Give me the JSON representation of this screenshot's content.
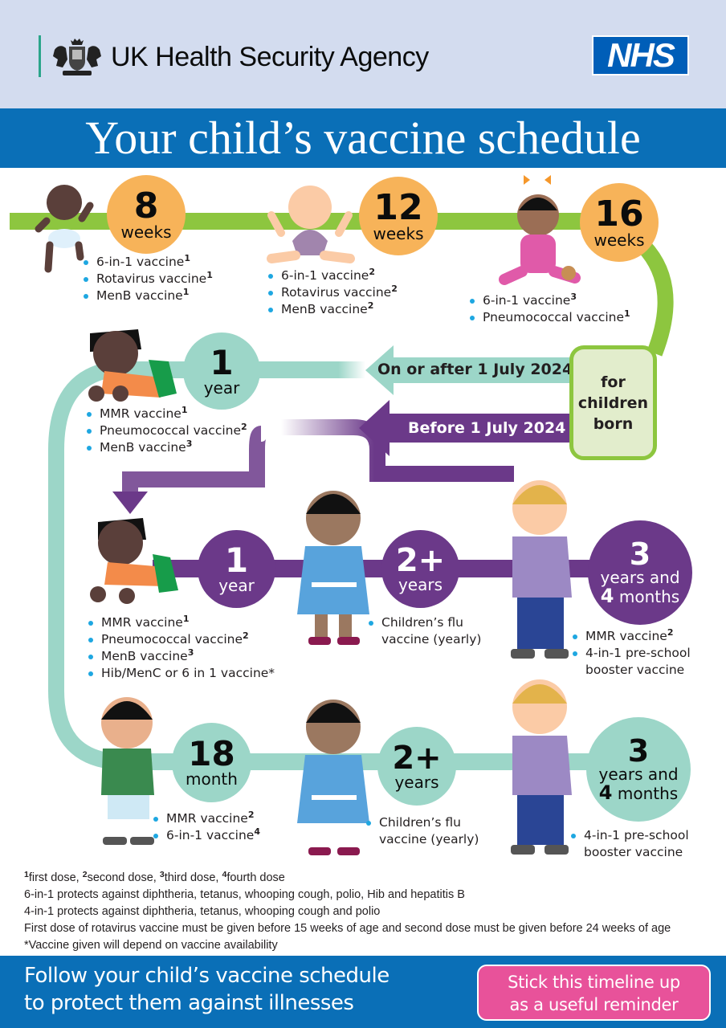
{
  "header": {
    "agency": "UK Health Security Agency",
    "nhs_logo": "NHS",
    "title": "Your child’s vaccine schedule"
  },
  "colors": {
    "header_bg": "#d3dcef",
    "brand_blue": "#0a6fb7",
    "nhs_blue": "#005eb8",
    "infant_green": "#8dc63f",
    "milestone_orange": "#f7b359",
    "new_schedule_teal": "#9cd6c8",
    "old_schedule_purple": "#6b3989",
    "bullet_blue": "#1ea7e1",
    "reminder_pink": "#e8529a"
  },
  "infant": {
    "milestones": [
      {
        "num": "8",
        "unit": "weeks",
        "vaccines": [
          {
            "name": "6-in-1 vaccine",
            "dose": "1"
          },
          {
            "name": "Rotavirus vaccine",
            "dose": "1"
          },
          {
            "name": "MenB vaccine",
            "dose": "1"
          }
        ]
      },
      {
        "num": "12",
        "unit": "weeks",
        "vaccines": [
          {
            "name": "6-in-1 vaccine",
            "dose": "2"
          },
          {
            "name": "Rotavirus vaccine",
            "dose": "2"
          },
          {
            "name": "MenB vaccine",
            "dose": "2"
          }
        ]
      },
      {
        "num": "16",
        "unit": "weeks",
        "vaccines": [
          {
            "name": "6-in-1 vaccine",
            "dose": "3"
          },
          {
            "name": "Pneumococcal vaccine",
            "dose": "1"
          }
        ]
      }
    ]
  },
  "branch": {
    "box": [
      "for",
      "children",
      "born"
    ],
    "new_label": "On or after 1 July 2024",
    "old_label": "Before 1 July 2024"
  },
  "new_schedule": {
    "milestones": [
      {
        "num": "1",
        "unit": "year",
        "vaccines": [
          {
            "name": "MMR vaccine",
            "dose": "1"
          },
          {
            "name": "Pneumococcal vaccine",
            "dose": "2"
          },
          {
            "name": "MenB vaccine",
            "dose": "3"
          }
        ]
      },
      {
        "num": "18",
        "unit": "month",
        "vaccines": [
          {
            "name": "MMR vaccine",
            "dose": "2"
          },
          {
            "name": "6-in-1 vaccine",
            "dose": "4"
          }
        ]
      },
      {
        "num": "2+",
        "unit": "years",
        "vaccines": [
          {
            "name": "Children’s flu vaccine (yearly)",
            "dose": ""
          }
        ]
      },
      {
        "num": "3",
        "unit_a": "years and",
        "num_b": "4",
        "unit_b": "months",
        "vaccines": [
          {
            "name": "4-in-1 pre-school booster vaccine",
            "dose": ""
          }
        ]
      }
    ]
  },
  "old_schedule": {
    "milestones": [
      {
        "num": "1",
        "unit": "year",
        "vaccines": [
          {
            "name": "MMR vaccine",
            "dose": "1"
          },
          {
            "name": "Pneumococcal vaccine",
            "dose": "2"
          },
          {
            "name": "MenB vaccine",
            "dose": "3"
          },
          {
            "name": "Hib/MenC or 6 in 1 vaccine*",
            "dose": ""
          }
        ]
      },
      {
        "num": "2+",
        "unit": "years",
        "vaccines": [
          {
            "name": "Children’s flu vaccine (yearly)",
            "dose": ""
          }
        ]
      },
      {
        "num": "3",
        "unit_a": "years and",
        "num_b": "4",
        "unit_b": "months",
        "vaccines": [
          {
            "name": "MMR vaccine",
            "dose": "2"
          },
          {
            "name": "4-in-1 pre-school booster vaccine",
            "dose": ""
          }
        ]
      }
    ]
  },
  "footnotes": {
    "doses": [
      {
        "sup": "1",
        "text": "first dose, "
      },
      {
        "sup": "2",
        "text": "second dose, "
      },
      {
        "sup": "3",
        "text": "third dose, "
      },
      {
        "sup": "4",
        "text": "fourth dose"
      }
    ],
    "lines": [
      "6-in-1 protects against diphtheria, tetanus, whooping cough, polio, Hib and hepatitis B",
      "4-in-1 protects against diphtheria, tetanus, whooping cough and polio",
      "First dose of rotavirus vaccine must be given before 15 weeks of age and second dose must be given before 24 weeks of age",
      "*Vaccine given will depend on vaccine availability"
    ]
  },
  "footer": {
    "line1": "Follow your child’s vaccine schedule",
    "line2": "to protect them against illnesses",
    "reminder_line1": "Stick this timeline up",
    "reminder_line2": "as a useful reminder"
  }
}
